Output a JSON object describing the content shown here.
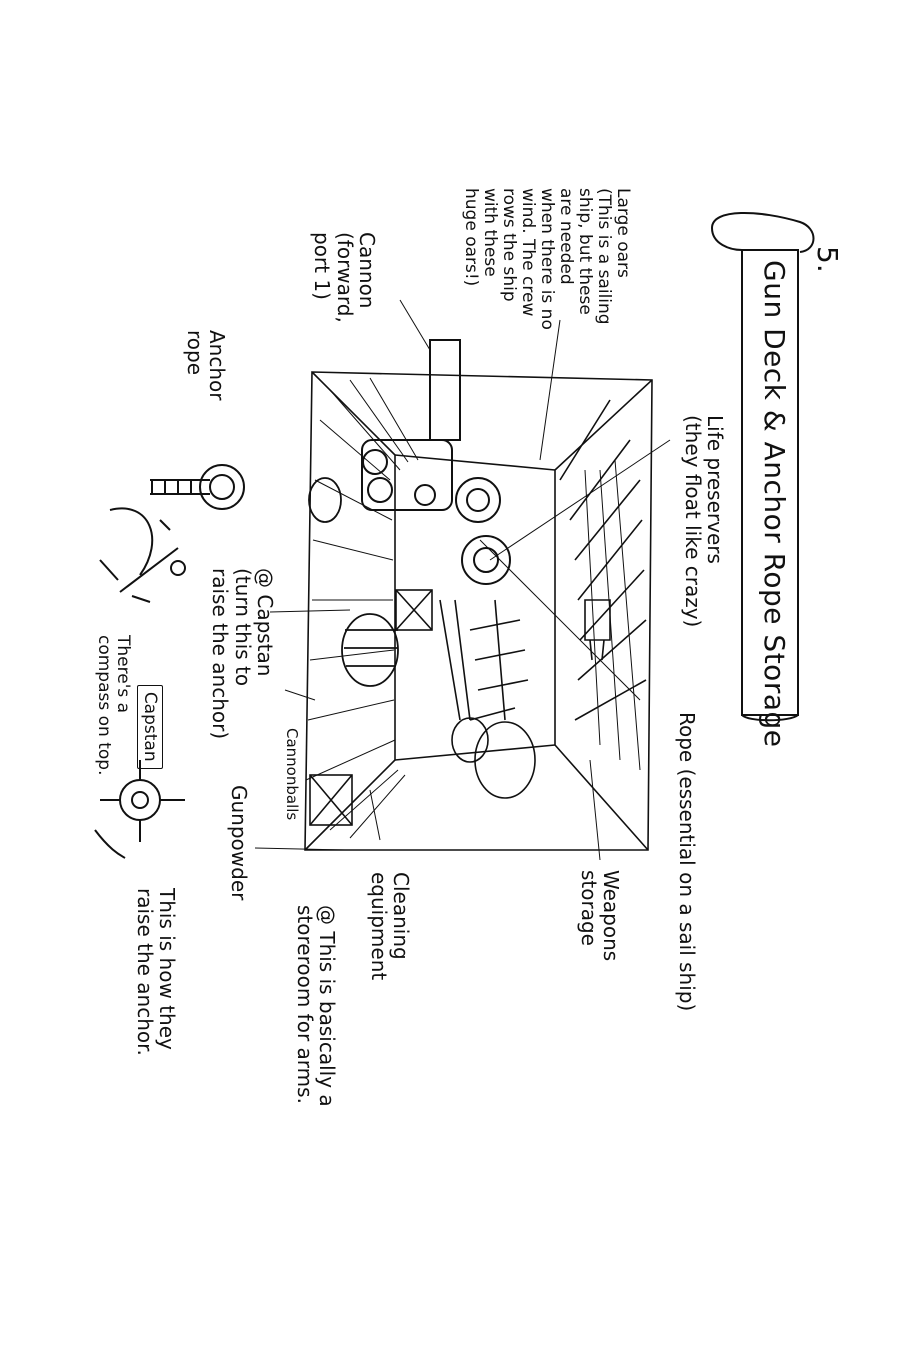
{
  "page_number": "5.",
  "title": "Gun Deck & Anchor Rope Storage",
  "labels": {
    "life_preservers": "Life preservers\n(they float like crazy)",
    "large_oars": "Large oars\n(This is a sailing\nship, but these\nare needed\nwhen there is no\nwind. The crew\nrows the ship\nwith these\nhuge oars!)",
    "cannon": "Cannon\n(forward,\nport 1)",
    "anchor_rope": "Anchor\nrope",
    "capstan": "@ Capstan\n(turn this to\nraise the anchor)",
    "capstan_box": "Capstan",
    "compass_note": "There's a\ncompass on top.",
    "cannonballs": "Cannonballs",
    "gunpowder": "Gunpowder",
    "rope": "Rope (essential on a sail ship)",
    "weapons_storage": "Weapons\nstorage",
    "cleaning_equipment": "Cleaning\nequipment",
    "storeroom_note": "@ This is basically a\nstoreroom for arms.",
    "raise_anchor_note": "This is how they\nraise the anchor."
  }
}
